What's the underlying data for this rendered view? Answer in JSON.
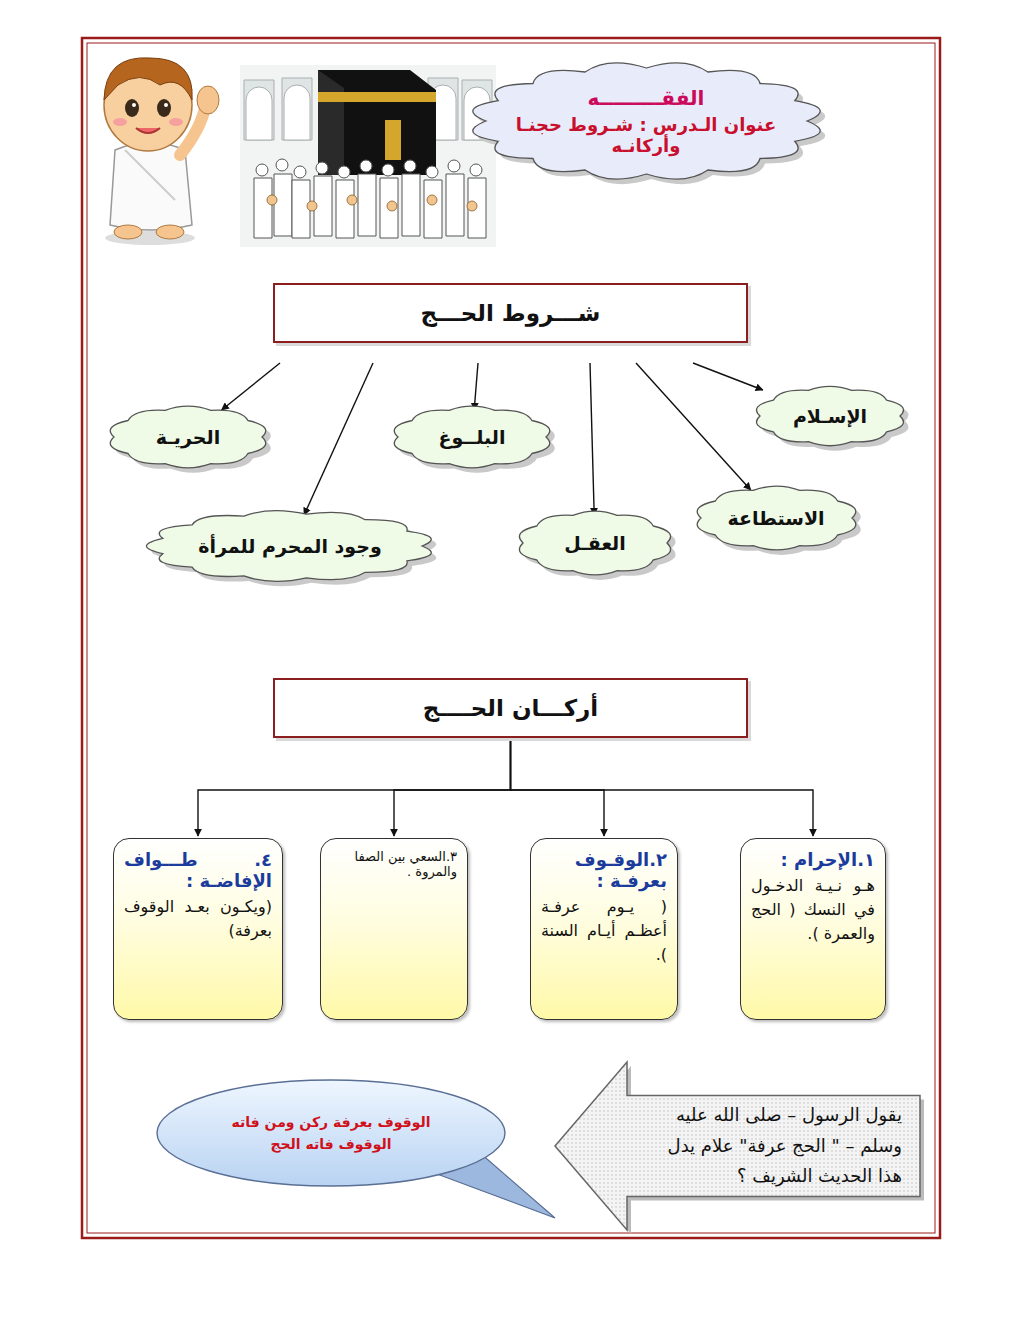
{
  "diagram": {
    "nodes": [
      {
        "text": [
          "الفقـــــــــه",
          "عنوان الـدرس : شـروط حجنـا وأركانـه"
        ]
      },
      {
        "text": [
          "شـــروط الحـــج"
        ]
      },
      {
        "text": [
          "الإسـلام"
        ]
      },
      {
        "text": [
          "الاستطاعة"
        ]
      },
      {
        "text": [
          "العقـل"
        ]
      },
      {
        "text": [
          "البلــوغ"
        ]
      },
      {
        "text": [
          "وجود المحرم للمرأة"
        ]
      },
      {
        "text": [
          "الحريـة"
        ]
      },
      {
        "text": [
          "أركـــان الحــــج"
        ]
      },
      {
        "text": [
          "١.الإحرام :",
          "هـو نـيـة الدخـول في النسك ( الحج والعمرة )."
        ]
      },
      {
        "text": [
          "٢.الوقـوف بعرفـة :",
          "( يـوم عرفـة أعظـم أيـام السنة )."
        ]
      },
      {
        "text": [
          "٣.السعي بين الصفا والمروة ."
        ]
      },
      {
        "text": [
          "٤. طـــواف الإفاضـة :",
          "(ويكـون بعـد الوقوف بعرفة)"
        ]
      },
      {
        "text": [
          "يقول الرسول – صلى الله عليه وسلم – \" الحج عرفة\" علام يدل هذا الحديث الشريف ؟"
        ]
      },
      {
        "text": [
          "الوقوف بعرفة ركن ومن فاته الوقوف فاته الحج"
        ]
      }
    ],
    "edges": [
      {
        "from": 1,
        "to": 2,
        "arrow": "to"
      },
      {
        "from": 1,
        "to": 3,
        "arrow": "to"
      },
      {
        "from": 1,
        "to": 4,
        "arrow": "to"
      },
      {
        "from": 1,
        "to": 5,
        "arrow": "to"
      },
      {
        "from": 1,
        "to": 6,
        "arrow": "to"
      },
      {
        "from": 1,
        "to": 7,
        "arrow": "to"
      },
      {
        "from": 8,
        "to": 9,
        "arrow": "to"
      },
      {
        "from": 8,
        "to": 10,
        "arrow": "to"
      },
      {
        "from": 8,
        "to": 11,
        "arrow": "to"
      },
      {
        "from": 8,
        "to": 12,
        "arrow": "to"
      }
    ]
  }
}
